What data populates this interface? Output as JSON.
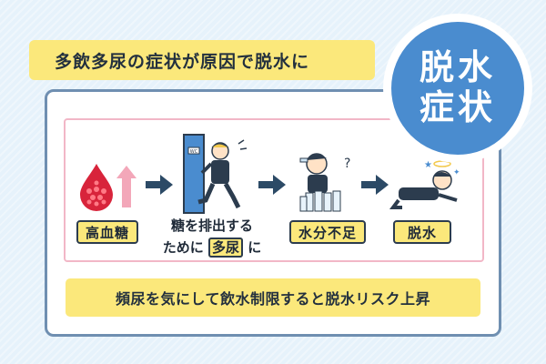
{
  "banner": {
    "text": "多飲多尿の症状が原因で脱水に"
  },
  "badge": {
    "line1": "脱水",
    "line2": "症状"
  },
  "steps": {
    "s1_label": "高血糖",
    "s2_line1": "糖を排出する",
    "s2_pre": "ために",
    "s2_hl": "多尿",
    "s2_post": "に",
    "s3_label": "水分不足",
    "s4_label": "脱水"
  },
  "door_sign": "WC",
  "bottom": {
    "text": "頻尿を気にして飲水制限すると脱水リスク上昇"
  },
  "colors": {
    "yellow": "#fbe87b",
    "blue": "#4a8ccf",
    "navy": "#2c3c4e",
    "red": "#d8243b",
    "pink": "#f2b7c7"
  }
}
